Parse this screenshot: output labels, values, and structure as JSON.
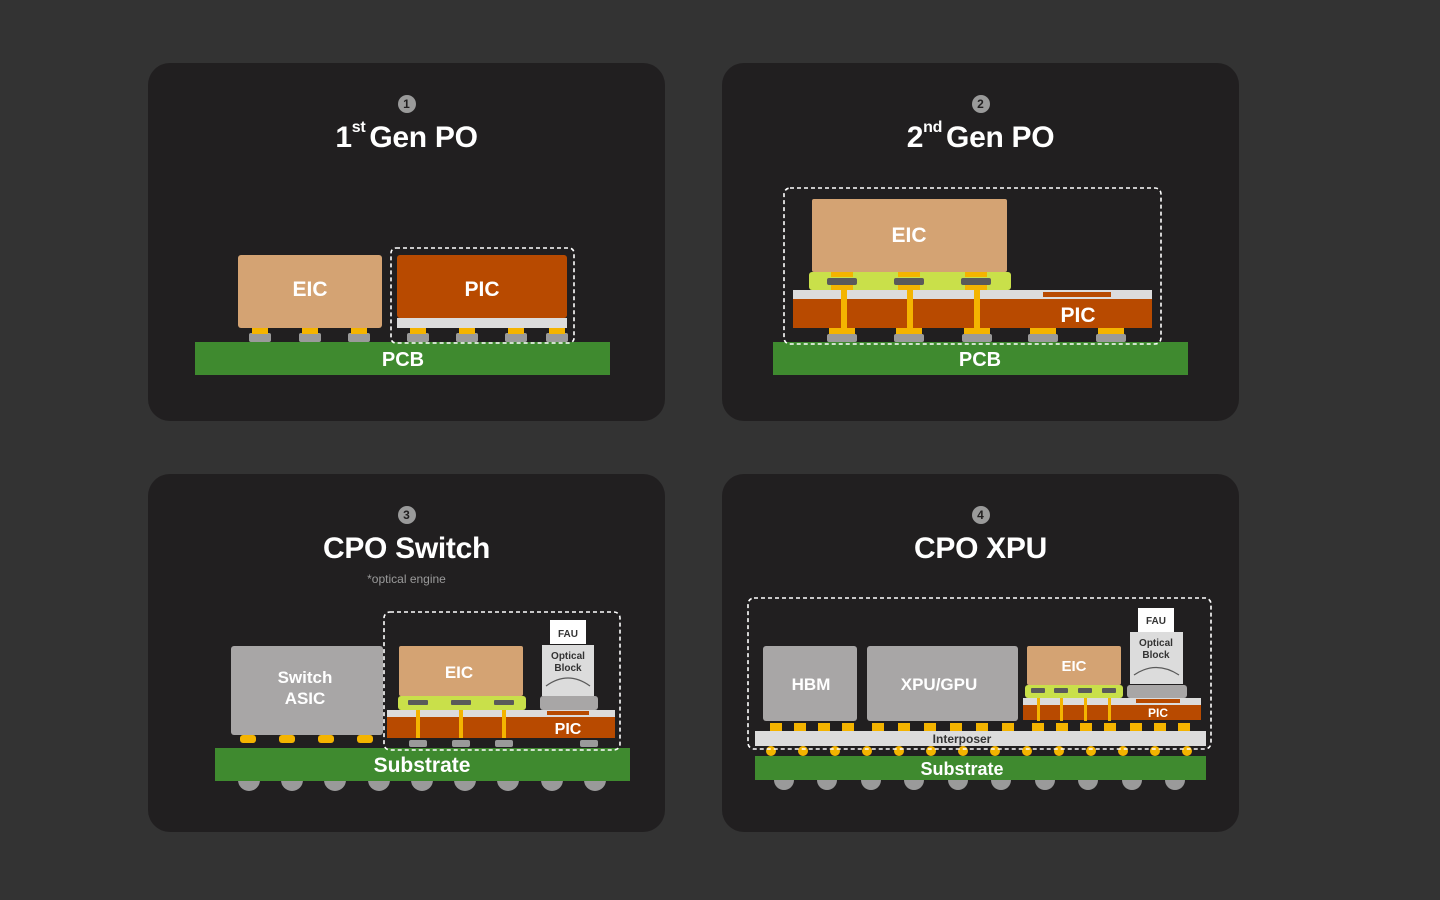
{
  "colors": {
    "background": "#333333",
    "card": "#211f20",
    "eic": "#d4a373",
    "pic": "#b84a00",
    "pcb": "#3f8a2f",
    "bump": "#f4b400",
    "ball": "#9a9a9a",
    "underfill": "#c9e04a",
    "interposer": "#dcdcdc",
    "gray_die": "#a8a6a6"
  },
  "panels": [
    {
      "number": "1",
      "title": "1",
      "title_sup": "st",
      "title_rest": "Gen PO",
      "labels": {
        "eic": "EIC",
        "pic": "PIC",
        "base": "PCB"
      }
    },
    {
      "number": "2",
      "title": "2",
      "title_sup": "nd",
      "title_rest": "Gen PO",
      "labels": {
        "eic": "EIC",
        "pic": "PIC",
        "base": "PCB"
      }
    },
    {
      "number": "3",
      "title": "CPO Switch",
      "subtitle": "*optical engine",
      "labels": {
        "switch_line1": "Switch",
        "switch_line2": "ASIC",
        "eic": "EIC",
        "pic": "PIC",
        "fau": "FAU",
        "optical_line1": "Optical",
        "optical_line2": "Block",
        "base": "Substrate"
      }
    },
    {
      "number": "4",
      "title": "CPO XPU",
      "labels": {
        "hbm": "HBM",
        "xpu": "XPU/GPU",
        "eic": "EIC",
        "pic": "PIC",
        "fau": "FAU",
        "optical_line1": "Optical",
        "optical_line2": "Block",
        "interposer": "Interposer",
        "base": "Substrate"
      }
    }
  ]
}
